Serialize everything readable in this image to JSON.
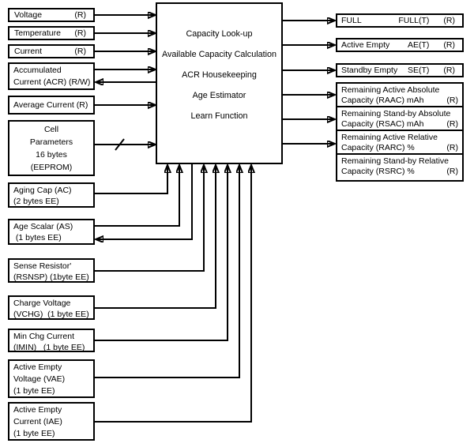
{
  "colors": {
    "foreground": "#000000",
    "background": "#ffffff"
  },
  "center_box": {
    "functions": [
      "Capacity Look-up",
      "Available Capacity Calculation",
      "ACR Housekeeping",
      "Age Estimator",
      "Learn Function"
    ]
  },
  "left_inputs": [
    {
      "label": "Voltage",
      "access": "(R)"
    },
    {
      "label": "Temperature",
      "access": "(R)"
    },
    {
      "label": "Current",
      "access": "(R)"
    },
    {
      "lines": [
        "Accumulated",
        "Current (ACR) (R/W)"
      ]
    },
    {
      "label": "Average Current (R)"
    },
    {
      "lines": [
        "Cell",
        "Parameters",
        "16 bytes",
        "(EEPROM)"
      ]
    },
    {
      "lines": [
        "Aging Cap (AC)",
        "(2 bytes EE)"
      ]
    },
    {
      "lines": [
        "Age Scalar (AS)",
        " (1 bytes EE)"
      ]
    },
    {
      "lines": [
        "Sense Resistor'",
        "(RSNSP) (1byte EE)"
      ]
    },
    {
      "lines": [
        "Charge Voltage",
        "(VCHG)  (1 byte EE)"
      ]
    },
    {
      "lines": [
        "Min Chg Current",
        "(IMIN)   (1 byte EE)"
      ]
    },
    {
      "lines": [
        "Active Empty",
        "Voltage (VAE)",
        "(1 byte EE)"
      ]
    },
    {
      "lines": [
        "Active Empty",
        "Current (IAE)",
        "(1 byte EE)"
      ]
    }
  ],
  "right_outputs": [
    {
      "label": "FULL",
      "threshold": "FULL(T)",
      "access": "(R)"
    },
    {
      "label": "Active Empty",
      "threshold": "AE(T)",
      "access": "(R)"
    },
    {
      "label": "Standby Empty",
      "threshold": "SE(T)",
      "access": "(R)"
    },
    {
      "line1": "Remaining Active Absolute",
      "line2": "Capacity (RAAC) mAh",
      "access": "(R)"
    },
    {
      "line1": "Remaining Stand-by Absolute",
      "line2": "Capacity (RSAC) mAh",
      "access": "(R)"
    },
    {
      "line1": "Remaining Active Relative",
      "line2": "Capacity (RARC) %",
      "access": "(R)"
    },
    {
      "line1": "Remaining Stand-by Relative",
      "line2": "Capacity (RSRC) %",
      "access": "(R)"
    }
  ]
}
